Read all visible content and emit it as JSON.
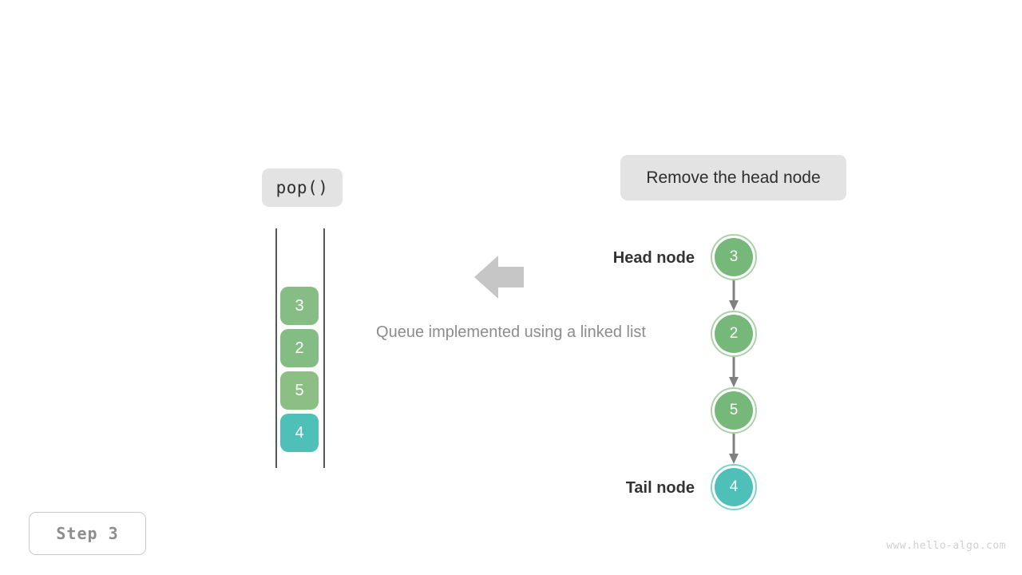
{
  "palette": {
    "green_fill": "#80bd80",
    "green_ring": "#a8d3a5",
    "teal_fill": "#4ec0b8",
    "teal_ring": "#7fd2cb",
    "pill_bg": "#e3e3e3",
    "rail": "#55585c",
    "arrow_gray": "#c6c6c6",
    "connector_gray": "#808080",
    "caption_gray": "#8c8c8c",
    "label_dark": "#333333",
    "watermark_gray": "#cfcfcf"
  },
  "operation": {
    "label": "pop()"
  },
  "action": {
    "label": "Remove the head node"
  },
  "caption": {
    "text": "Queue implemented using a linked list"
  },
  "queue": {
    "cells": [
      {
        "value": "3",
        "color": "#85bd84"
      },
      {
        "value": "2",
        "color": "#84bd83"
      },
      {
        "value": "5",
        "color": "#8cbf83"
      },
      {
        "value": "4",
        "color": "#4ec0b8"
      }
    ]
  },
  "linked_list": {
    "head_label": "Head node",
    "tail_label": "Tail node",
    "nodes": [
      {
        "value": "3",
        "fill": "#76b87a",
        "ring": "#a8d3a5"
      },
      {
        "value": "2",
        "fill": "#76b87a",
        "ring": "#a8d3a5"
      },
      {
        "value": "5",
        "fill": "#76b87a",
        "ring": "#a8d3a5"
      },
      {
        "value": "4",
        "fill": "#4ec0b8",
        "ring": "#7fd2cb"
      }
    ]
  },
  "step": {
    "label": "Step 3"
  },
  "watermark": {
    "text": "www.hello-algo.com"
  }
}
